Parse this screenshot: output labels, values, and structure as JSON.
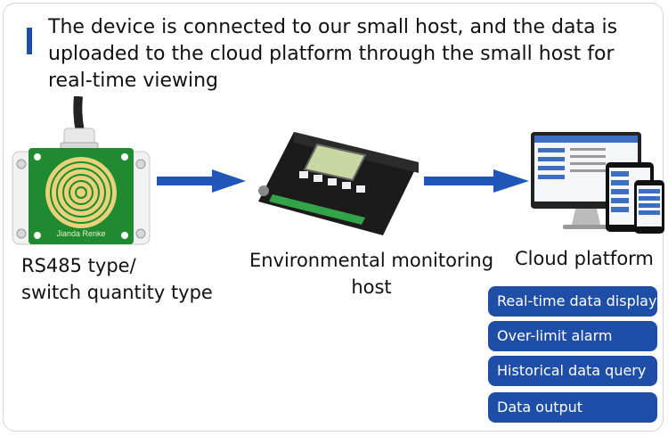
{
  "title": "The device is connected to our small host, and the data is uploaded to the cloud platform through the small host for real-time viewing",
  "sensor": {
    "brand_text": "Jianda Renke",
    "label_line1": "RS485 type/",
    "label_line2": "switch quantity type"
  },
  "host": {
    "label_line1": "Environmental monitoring",
    "label_line2": "host"
  },
  "cloud": {
    "label": "Cloud platform",
    "features": [
      "Real-time data display",
      "Over-limit alarm",
      "Historical data query",
      "Data output"
    ]
  },
  "colors": {
    "accent": "#1e4fa8",
    "arrow": "#1f56b8",
    "feature_bg": "#1f4ea6",
    "sensor_green": "#1f8a2f"
  }
}
